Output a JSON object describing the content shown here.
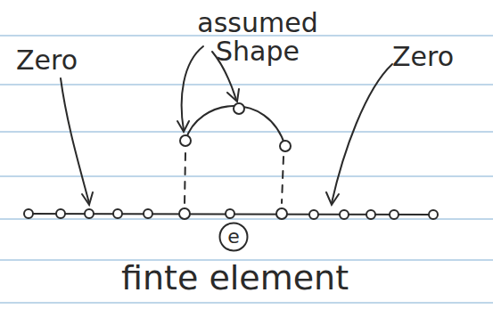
{
  "diagram": {
    "nodes": [
      {
        "text": [
          "e"
        ]
      }
    ],
    "labels": [
      "assumed Shape",
      "Zero",
      "Zero",
      "finte element"
    ]
  }
}
